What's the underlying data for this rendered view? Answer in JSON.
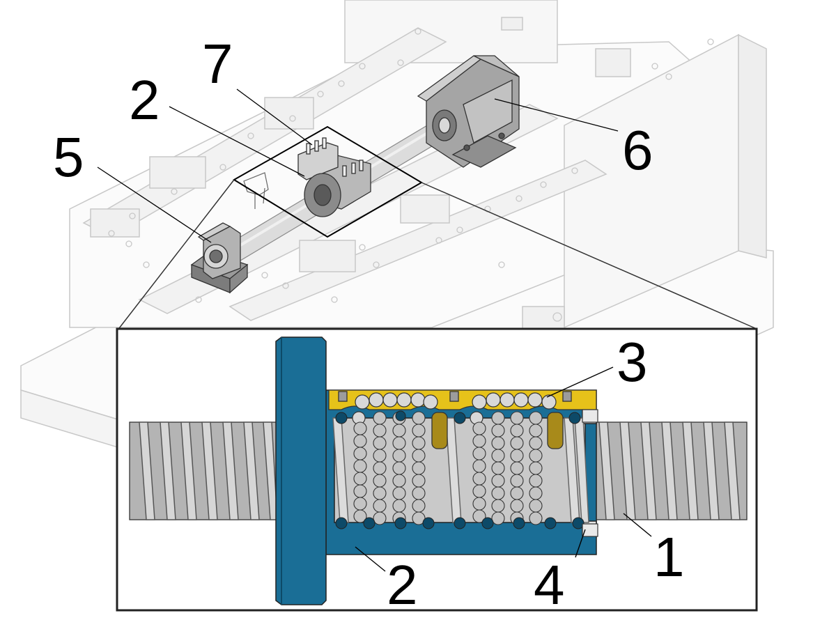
{
  "colors": {
    "background": "#ffffff",
    "machine_line": "#c8c8c8",
    "screw_shaft": "#b4b4b4",
    "nut_body": "#1a6e96",
    "nut_dark": "#0d4a68",
    "recirculation_insert": "#e6c21a",
    "return_tube": "#a88a1a",
    "ball": "#d8d8d8",
    "housing": "#a9a9a9",
    "frame_border": "#222222",
    "label": "#000000"
  },
  "callouts": [
    {
      "id": "label-7",
      "text": "7"
    },
    {
      "id": "label-2-top",
      "text": "2"
    },
    {
      "id": "label-5",
      "text": "5"
    },
    {
      "id": "label-6",
      "text": "6"
    },
    {
      "id": "label-3",
      "text": "3"
    },
    {
      "id": "label-2-bottom",
      "text": "2"
    },
    {
      "id": "label-4",
      "text": "4"
    },
    {
      "id": "label-1",
      "text": "1"
    }
  ]
}
